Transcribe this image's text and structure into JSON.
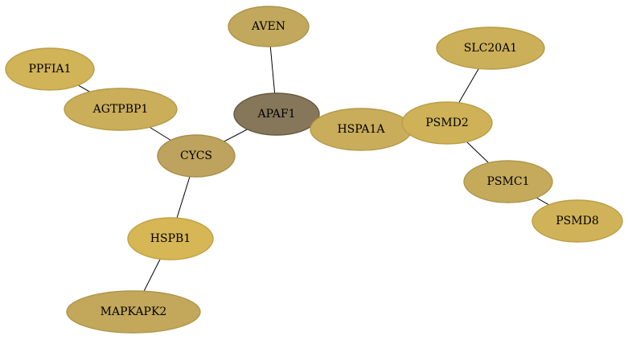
{
  "nodes": [
    {
      "id": "AVEN",
      "label": "AVEN",
      "fill": "#c2a85c",
      "stroke": "#ad944c"
    },
    {
      "id": "PPFIA1",
      "label": "PPFIA1",
      "fill": "#d1b358",
      "stroke": "#bb9f47"
    },
    {
      "id": "AGTPBP1",
      "label": "AGTPBP1",
      "fill": "#caae5a",
      "stroke": "#b59a49"
    },
    {
      "id": "APAF1",
      "label": "APAF1",
      "fill": "#86775a",
      "stroke": "#665a42"
    },
    {
      "id": "HSPA1A",
      "label": "HSPA1A",
      "fill": "#c9ad5b",
      "stroke": "#b39a4b"
    },
    {
      "id": "PSMD2",
      "label": "PSMD2",
      "fill": "#cfb257",
      "stroke": "#b99e46"
    },
    {
      "id": "SLC20A1",
      "label": "SLC20A1",
      "fill": "#cbaf59",
      "stroke": "#b59b48"
    },
    {
      "id": "CYCS",
      "label": "CYCS",
      "fill": "#bea35e",
      "stroke": "#a78e4c"
    },
    {
      "id": "PSMC1",
      "label": "PSMC1",
      "fill": "#c5aa5c",
      "stroke": "#af964b"
    },
    {
      "id": "PSMD8",
      "label": "PSMD8",
      "fill": "#d0b358",
      "stroke": "#ba9f47"
    },
    {
      "id": "HSPB1",
      "label": "HSPB1",
      "fill": "#d6b655",
      "stroke": "#c0a244"
    },
    {
      "id": "MAPKAPK2",
      "label": "MAPKAPK2",
      "fill": "#c3a85c",
      "stroke": "#ad954b"
    }
  ],
  "edges": [
    [
      "AVEN",
      "APAF1"
    ],
    [
      "PPFIA1",
      "AGTPBP1"
    ],
    [
      "AGTPBP1",
      "CYCS"
    ],
    [
      "APAF1",
      "CYCS"
    ],
    [
      "APAF1",
      "HSPA1A"
    ],
    [
      "HSPA1A",
      "PSMD2"
    ],
    [
      "SLC20A1",
      "PSMD2"
    ],
    [
      "PSMD2",
      "PSMC1"
    ],
    [
      "PSMC1",
      "PSMD8"
    ],
    [
      "CYCS",
      "HSPB1"
    ],
    [
      "HSPB1",
      "MAPKAPK2"
    ]
  ]
}
